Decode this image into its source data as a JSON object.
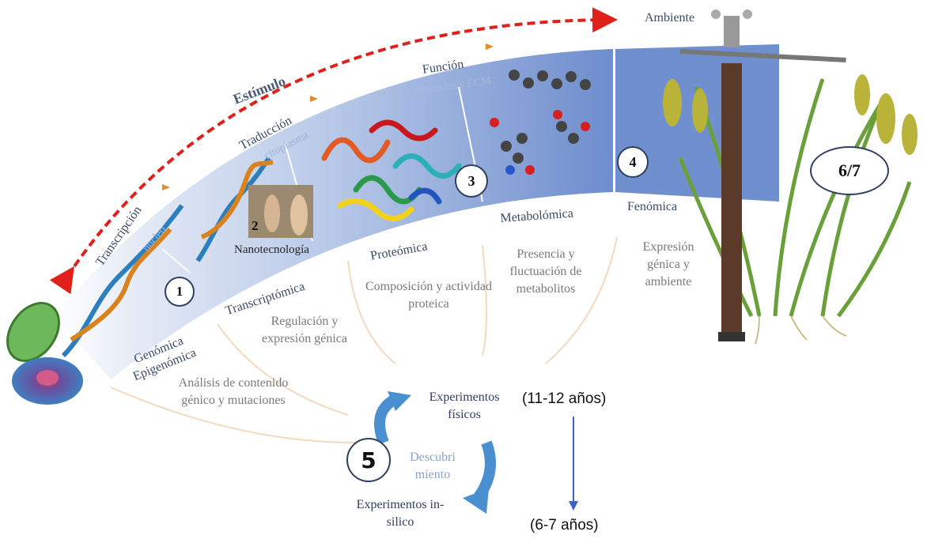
{
  "stimulus": "Estímulo",
  "environment": "Ambiente",
  "arc_labels": {
    "transcription": "Transcripción",
    "translation": "Traducción",
    "function": "Función",
    "nucleus": "nucleo",
    "cytoplasm": "citoplasma",
    "cytoplasm_ecm": "Citoplasma y ECM"
  },
  "omics": [
    {
      "number": "1",
      "name": "Genómica\nEpigenómica",
      "desc": "Análisis de contenido génico y mutaciones"
    },
    {
      "number": "2",
      "name": "Transcriptómica",
      "desc": "Regulación y expresión génica"
    },
    {
      "number": "3",
      "name": "Proteómica",
      "desc": "Composición y actividad proteica"
    },
    {
      "number": "",
      "name": "Metabolómica",
      "desc": "Presencia y fluctuación de metabolitos"
    },
    {
      "number": "4",
      "name": "Fenómica",
      "desc": "Expresión génica y ambiente"
    }
  ],
  "nanotech": "Nanotecnología",
  "phenotype_badge": "6/7",
  "experiments": {
    "physical": "Experimentos físicos",
    "insilico": "Experimentos in-silico",
    "discovery": "Descubri miento",
    "number": "5"
  },
  "timeline": {
    "top": "(11-12 años)",
    "bottom": "(6-7 años)"
  },
  "colors": {
    "arc_light": "#dbe3f1",
    "arc_dark": "#6f8fcf",
    "stimulus_arrow": "#e0211b",
    "cycle_arrow": "#4a90d0",
    "label_text": "#3a4a66"
  }
}
